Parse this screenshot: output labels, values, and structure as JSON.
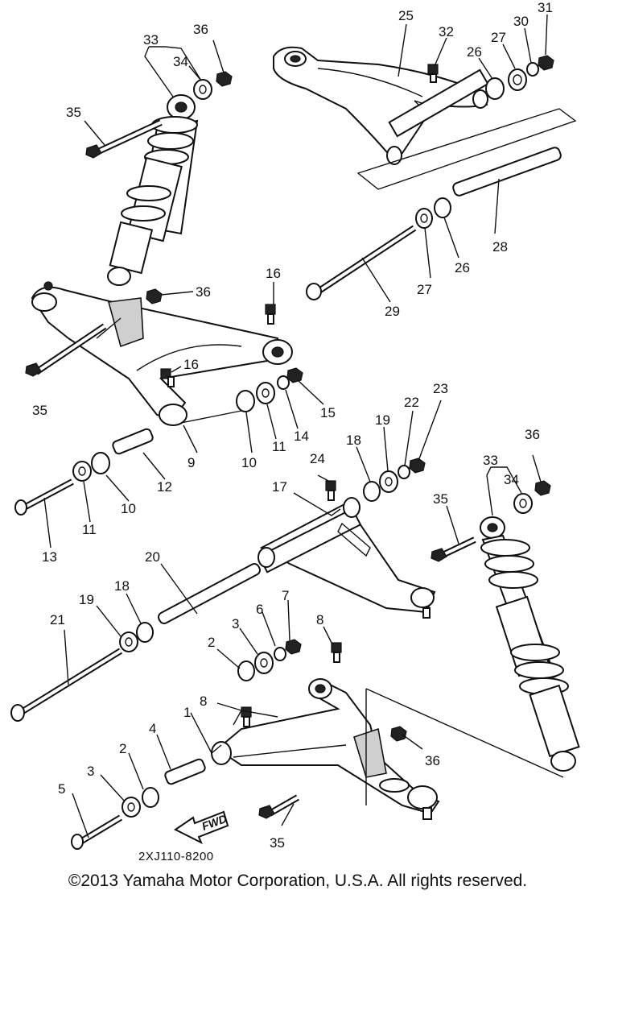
{
  "diagram": {
    "drawing_code": "2XJ110-8200",
    "fwd_label": "FWD",
    "callouts": {
      "c1": "1",
      "c2a": "2",
      "c2b": "2",
      "c3a": "3",
      "c3b": "3",
      "c4": "4",
      "c5": "5",
      "c6": "6",
      "c7": "7",
      "c8a": "8",
      "c8b": "8",
      "c9": "9",
      "c10a": "10",
      "c10b": "10",
      "c11a": "11",
      "c11b": "11",
      "c12": "12",
      "c13": "13",
      "c14": "14",
      "c15": "15",
      "c16a": "16",
      "c16b": "16",
      "c17": "17",
      "c18a": "18",
      "c18b": "18",
      "c19a": "19",
      "c19b": "19",
      "c20": "20",
      "c21": "21",
      "c22": "22",
      "c23": "23",
      "c24": "24",
      "c25": "25",
      "c26a": "26",
      "c26b": "26",
      "c27a": "27",
      "c27b": "27",
      "c28": "28",
      "c29": "29",
      "c30": "30",
      "c31": "31",
      "c32": "32",
      "c33a": "33",
      "c33b": "33",
      "c34a": "34",
      "c34b": "34",
      "c35a": "35",
      "c35b": "35",
      "c35c": "35",
      "c35d": "35",
      "c36a": "36",
      "c36b": "36",
      "c36c": "36",
      "c36d": "36"
    }
  },
  "footer": {
    "copyright": "©2013 Yamaha Motor Corporation, U.S.A. All rights reserved."
  }
}
